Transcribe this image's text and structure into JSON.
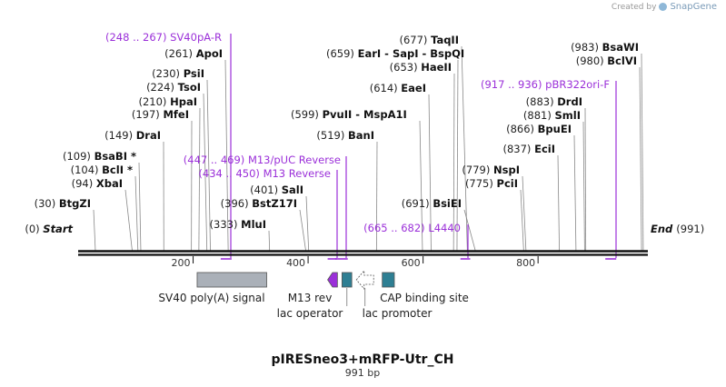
{
  "credit": {
    "prefix": "Created by",
    "brand": "SnapGene",
    "logo_icon": "snapgene-logo-icon"
  },
  "title": "pIRESneo3+mRFP-Utr_CH",
  "subtitle": "991 bp",
  "sequence": {
    "length": 991,
    "start_label": "Start",
    "end_label": "End",
    "start_pos": "(0)",
    "end_pos": "(991)"
  },
  "ruler": {
    "ticks": [
      200,
      400,
      600,
      800
    ]
  },
  "sites": [
    {
      "pos": 30,
      "pos_text": "(30)",
      "name": "BtgZI"
    },
    {
      "pos": 94,
      "pos_text": "(94)",
      "name": "XbaI"
    },
    {
      "pos": 104,
      "pos_text": "(104)",
      "name": "BclI *"
    },
    {
      "pos": 109,
      "pos_text": "(109)",
      "name": "BsaBI *"
    },
    {
      "pos": 149,
      "pos_text": "(149)",
      "name": "DraI"
    },
    {
      "pos": 197,
      "pos_text": "(197)",
      "name": "MfeI"
    },
    {
      "pos": 210,
      "pos_text": "(210)",
      "name": "HpaI"
    },
    {
      "pos": 224,
      "pos_text": "(224)",
      "name": "TsoI"
    },
    {
      "pos": 230,
      "pos_text": "(230)",
      "name": "PsiI"
    },
    {
      "pos": 261,
      "pos_text": "(261)",
      "name": "ApoI"
    },
    {
      "pos": 333,
      "pos_text": "(333)",
      "name": "MluI"
    },
    {
      "pos": 396,
      "pos_text": "(396)",
      "name": "BstZ17I"
    },
    {
      "pos": 401,
      "pos_text": "(401)",
      "name": "SalI"
    },
    {
      "pos": 519,
      "pos_text": "(519)",
      "name": "BanI"
    },
    {
      "pos": 599,
      "pos_text": "(599)",
      "name": "PvuII",
      "extra": "-  MspA1I"
    },
    {
      "pos": 614,
      "pos_text": "(614)",
      "name": "EaeI"
    },
    {
      "pos": 653,
      "pos_text": "(653)",
      "name": "HaeII"
    },
    {
      "pos": 659,
      "pos_text": "(659)",
      "name": "EarI",
      "extra": "-  SapI   -  BspQI"
    },
    {
      "pos": 677,
      "pos_text": "(677)",
      "name": "TaqII"
    },
    {
      "pos": 691,
      "pos_text": "(691)",
      "name": "BsiEI"
    },
    {
      "pos": 775,
      "pos_text": "(775)",
      "name": "PciI"
    },
    {
      "pos": 779,
      "pos_text": "(779)",
      "name": "NspI"
    },
    {
      "pos": 837,
      "pos_text": "(837)",
      "name": "EciI"
    },
    {
      "pos": 866,
      "pos_text": "(866)",
      "name": "BpuEI"
    },
    {
      "pos": 881,
      "pos_text": "(881)",
      "name": "SmlI"
    },
    {
      "pos": 883,
      "pos_text": "(883)",
      "name": "DrdI"
    },
    {
      "pos": 980,
      "pos_text": "(980)",
      "name": "BclVI"
    },
    {
      "pos": 983,
      "pos_text": "(983)",
      "name": "BsaWI"
    }
  ],
  "primers": [
    {
      "range_text": "(248 .. 267)",
      "name": "SV40pA-R",
      "start": 248,
      "end": 267,
      "strand": "reverse"
    },
    {
      "range_text": "(447 .. 469)",
      "name": "M13/pUC Reverse",
      "start": 447,
      "end": 469,
      "strand": "forward"
    },
    {
      "range_text": "(434 .. 450)",
      "name": "M13 Reverse",
      "start": 434,
      "end": 450,
      "strand": "forward"
    },
    {
      "range_text": "(665 .. 682)",
      "name": "L4440",
      "start": 665,
      "end": 682,
      "strand": "reverse"
    },
    {
      "range_text": "(917 .. 936)",
      "name": "pBR322ori-F",
      "start": 917,
      "end": 936,
      "strand": "reverse"
    }
  ],
  "features": [
    {
      "name": "SV40 poly(A) signal",
      "start": 207,
      "end": 328,
      "type": "polyA_signal",
      "color": "#aab0b8",
      "shape": "box"
    },
    {
      "name": "M13 rev",
      "start": 434,
      "end": 451,
      "type": "primer_bind",
      "color": "#9b30d9",
      "shape": "arrow-left"
    },
    {
      "name": "lac operator",
      "start": 459,
      "end": 476,
      "type": "protein_bind",
      "color": "#2e7f93",
      "shape": "box"
    },
    {
      "name": "lac promoter",
      "start": 484,
      "end": 514,
      "type": "promoter",
      "color": "#ffffff",
      "shape": "arrow-left-hollow"
    },
    {
      "name": "CAP binding site",
      "start": 529,
      "end": 550,
      "type": "protein_bind",
      "color": "#2e7f93",
      "shape": "box"
    }
  ]
}
